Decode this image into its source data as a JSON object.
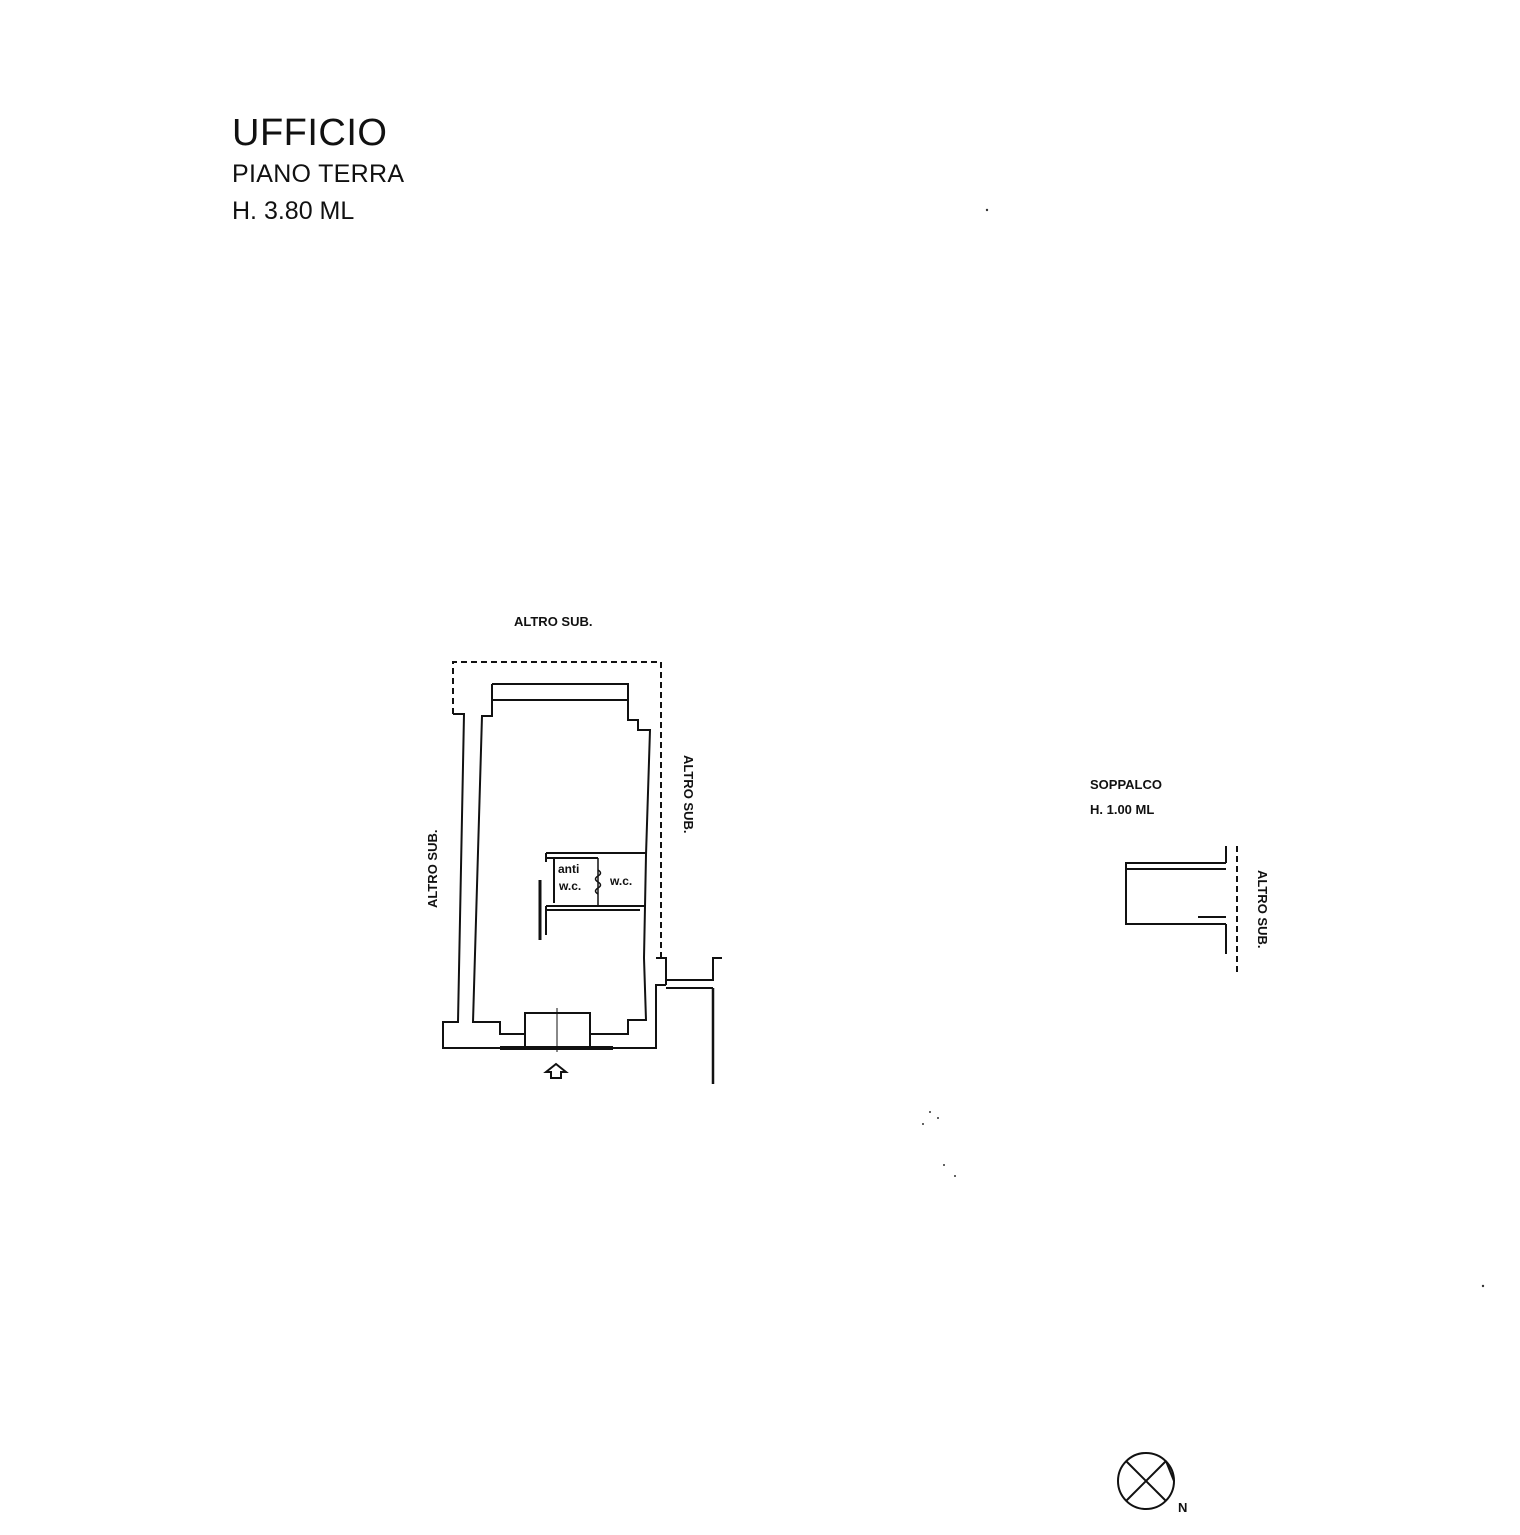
{
  "header": {
    "title": "UFFICIO",
    "floor": "PIANO TERRA",
    "height": "H. 3.80 ML"
  },
  "ground_floor": {
    "neighbor_top": "ALTRO SUB.",
    "neighbor_left": "ALTRO SUB.",
    "neighbor_right": "ALTRO SUB.",
    "anti_label_1": "anti",
    "anti_label_2": "w.c.",
    "wc_label": "w.c."
  },
  "mezzanine": {
    "title": "SOPPALCO",
    "height": "H. 1.00 ML",
    "neighbor_right": "ALTRO SUB."
  },
  "compass": {
    "north_label": "N"
  }
}
